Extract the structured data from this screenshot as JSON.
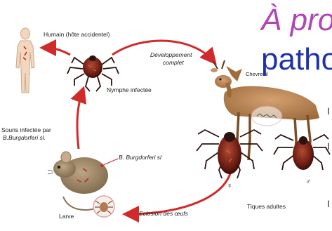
{
  "heading": {
    "line1": "À pro",
    "line2": "patho"
  },
  "labels": {
    "human": "Humain (hôte accidentel)",
    "dev_line1": "Développement",
    "dev_line2": "complet",
    "nymph": "Nymphe infectée",
    "deer": "Chevreuil",
    "mouse_line1": "Souris infectée par",
    "mouse_line2": "B.Burgdorferi sl.",
    "bacteria": "B. Burgdorferi sl",
    "egg_hatch": "Eclosion des œufs",
    "larva": "Larve",
    "adult_ticks": "Tiques adultes",
    "female": "♀",
    "male": "♂"
  },
  "edge_letters": [
    "I",
    "I",
    "I"
  ],
  "colors": {
    "arrow": "#d12a2a",
    "heading_italic": "#b046b8",
    "heading_blue": "#1f33a6",
    "tick_body": "#6e1e14",
    "tick_legs": "#2a1410",
    "deer": "#b88452",
    "mouse": "#9a8165"
  }
}
